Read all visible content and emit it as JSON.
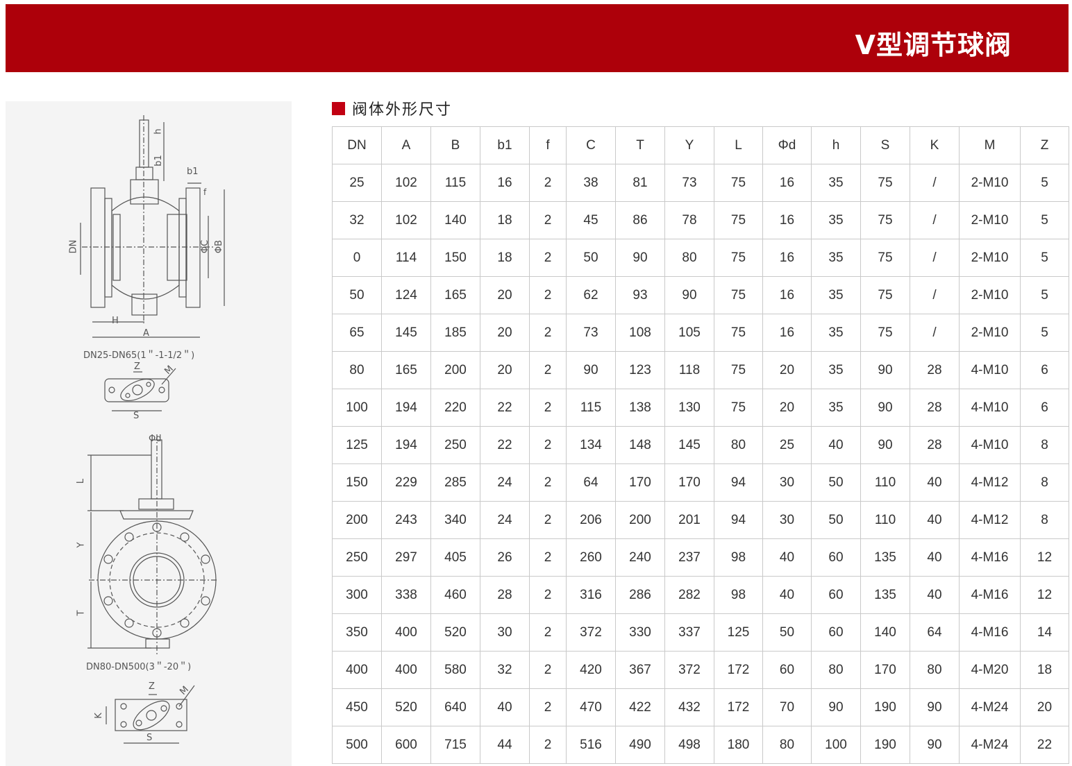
{
  "banner": {
    "title": "V型调节球阀"
  },
  "section": {
    "title": "阀体外形尺寸"
  },
  "drawing": {
    "top_caption": "DN25-DN65(1＂-1-1/2＂)",
    "bottom_caption": "DN80-DN500(3＂-20＂)",
    "labels": {
      "h": "h",
      "b1": "b1",
      "f": "f",
      "DN": "DN",
      "C": "ΦC",
      "B": "ΦB",
      "H": "H",
      "A": "A",
      "Z": "Z",
      "M": "M",
      "S": "S",
      "d": "Φd",
      "L": "L",
      "Y": "Y",
      "T": "T",
      "K": "K"
    }
  },
  "table": {
    "headers": [
      "DN",
      "A",
      "B",
      "b1",
      "f",
      "C",
      "T",
      "Y",
      "L",
      "Φd",
      "h",
      "S",
      "K",
      "M",
      "Z"
    ],
    "rows": [
      [
        "25",
        "102",
        "115",
        "16",
        "2",
        "38",
        "81",
        "73",
        "75",
        "16",
        "35",
        "75",
        "/",
        "2-M10",
        "5"
      ],
      [
        "32",
        "102",
        "140",
        "18",
        "2",
        "45",
        "86",
        "78",
        "75",
        "16",
        "35",
        "75",
        "/",
        "2-M10",
        "5"
      ],
      [
        "0",
        "114",
        "150",
        "18",
        "2",
        "50",
        "90",
        "80",
        "75",
        "16",
        "35",
        "75",
        "/",
        "2-M10",
        "5"
      ],
      [
        "50",
        "124",
        "165",
        "20",
        "2",
        "62",
        "93",
        "90",
        "75",
        "16",
        "35",
        "75",
        "/",
        "2-M10",
        "5"
      ],
      [
        "65",
        "145",
        "185",
        "20",
        "2",
        "73",
        "108",
        "105",
        "75",
        "16",
        "35",
        "75",
        "/",
        "2-M10",
        "5"
      ],
      [
        "80",
        "165",
        "200",
        "20",
        "2",
        "90",
        "123",
        "118",
        "75",
        "20",
        "35",
        "90",
        "28",
        "4-M10",
        "6"
      ],
      [
        "100",
        "194",
        "220",
        "22",
        "2",
        "115",
        "138",
        "130",
        "75",
        "20",
        "35",
        "90",
        "28",
        "4-M10",
        "6"
      ],
      [
        "125",
        "194",
        "250",
        "22",
        "2",
        "134",
        "148",
        "145",
        "80",
        "25",
        "40",
        "90",
        "28",
        "4-M10",
        "8"
      ],
      [
        "150",
        "229",
        "285",
        "24",
        "2",
        "64",
        "170",
        "170",
        "94",
        "30",
        "50",
        "110",
        "40",
        "4-M12",
        "8"
      ],
      [
        "200",
        "243",
        "340",
        "24",
        "2",
        "206",
        "200",
        "201",
        "94",
        "30",
        "50",
        "110",
        "40",
        "4-M12",
        "8"
      ],
      [
        "250",
        "297",
        "405",
        "26",
        "2",
        "260",
        "240",
        "237",
        "98",
        "40",
        "60",
        "135",
        "40",
        "4-M16",
        "12"
      ],
      [
        "300",
        "338",
        "460",
        "28",
        "2",
        "316",
        "286",
        "282",
        "98",
        "40",
        "60",
        "135",
        "40",
        "4-M16",
        "12"
      ],
      [
        "350",
        "400",
        "520",
        "30",
        "2",
        "372",
        "330",
        "337",
        "125",
        "50",
        "60",
        "140",
        "64",
        "4-M16",
        "14"
      ],
      [
        "400",
        "400",
        "580",
        "32",
        "2",
        "420",
        "367",
        "372",
        "172",
        "60",
        "80",
        "170",
        "80",
        "4-M20",
        "18"
      ],
      [
        "450",
        "520",
        "640",
        "40",
        "2",
        "470",
        "422",
        "432",
        "172",
        "70",
        "90",
        "190",
        "90",
        "4-M24",
        "20"
      ],
      [
        "500",
        "600",
        "715",
        "44",
        "2",
        "516",
        "490",
        "498",
        "180",
        "80",
        "100",
        "190",
        "90",
        "4-M24",
        "22"
      ]
    ]
  }
}
